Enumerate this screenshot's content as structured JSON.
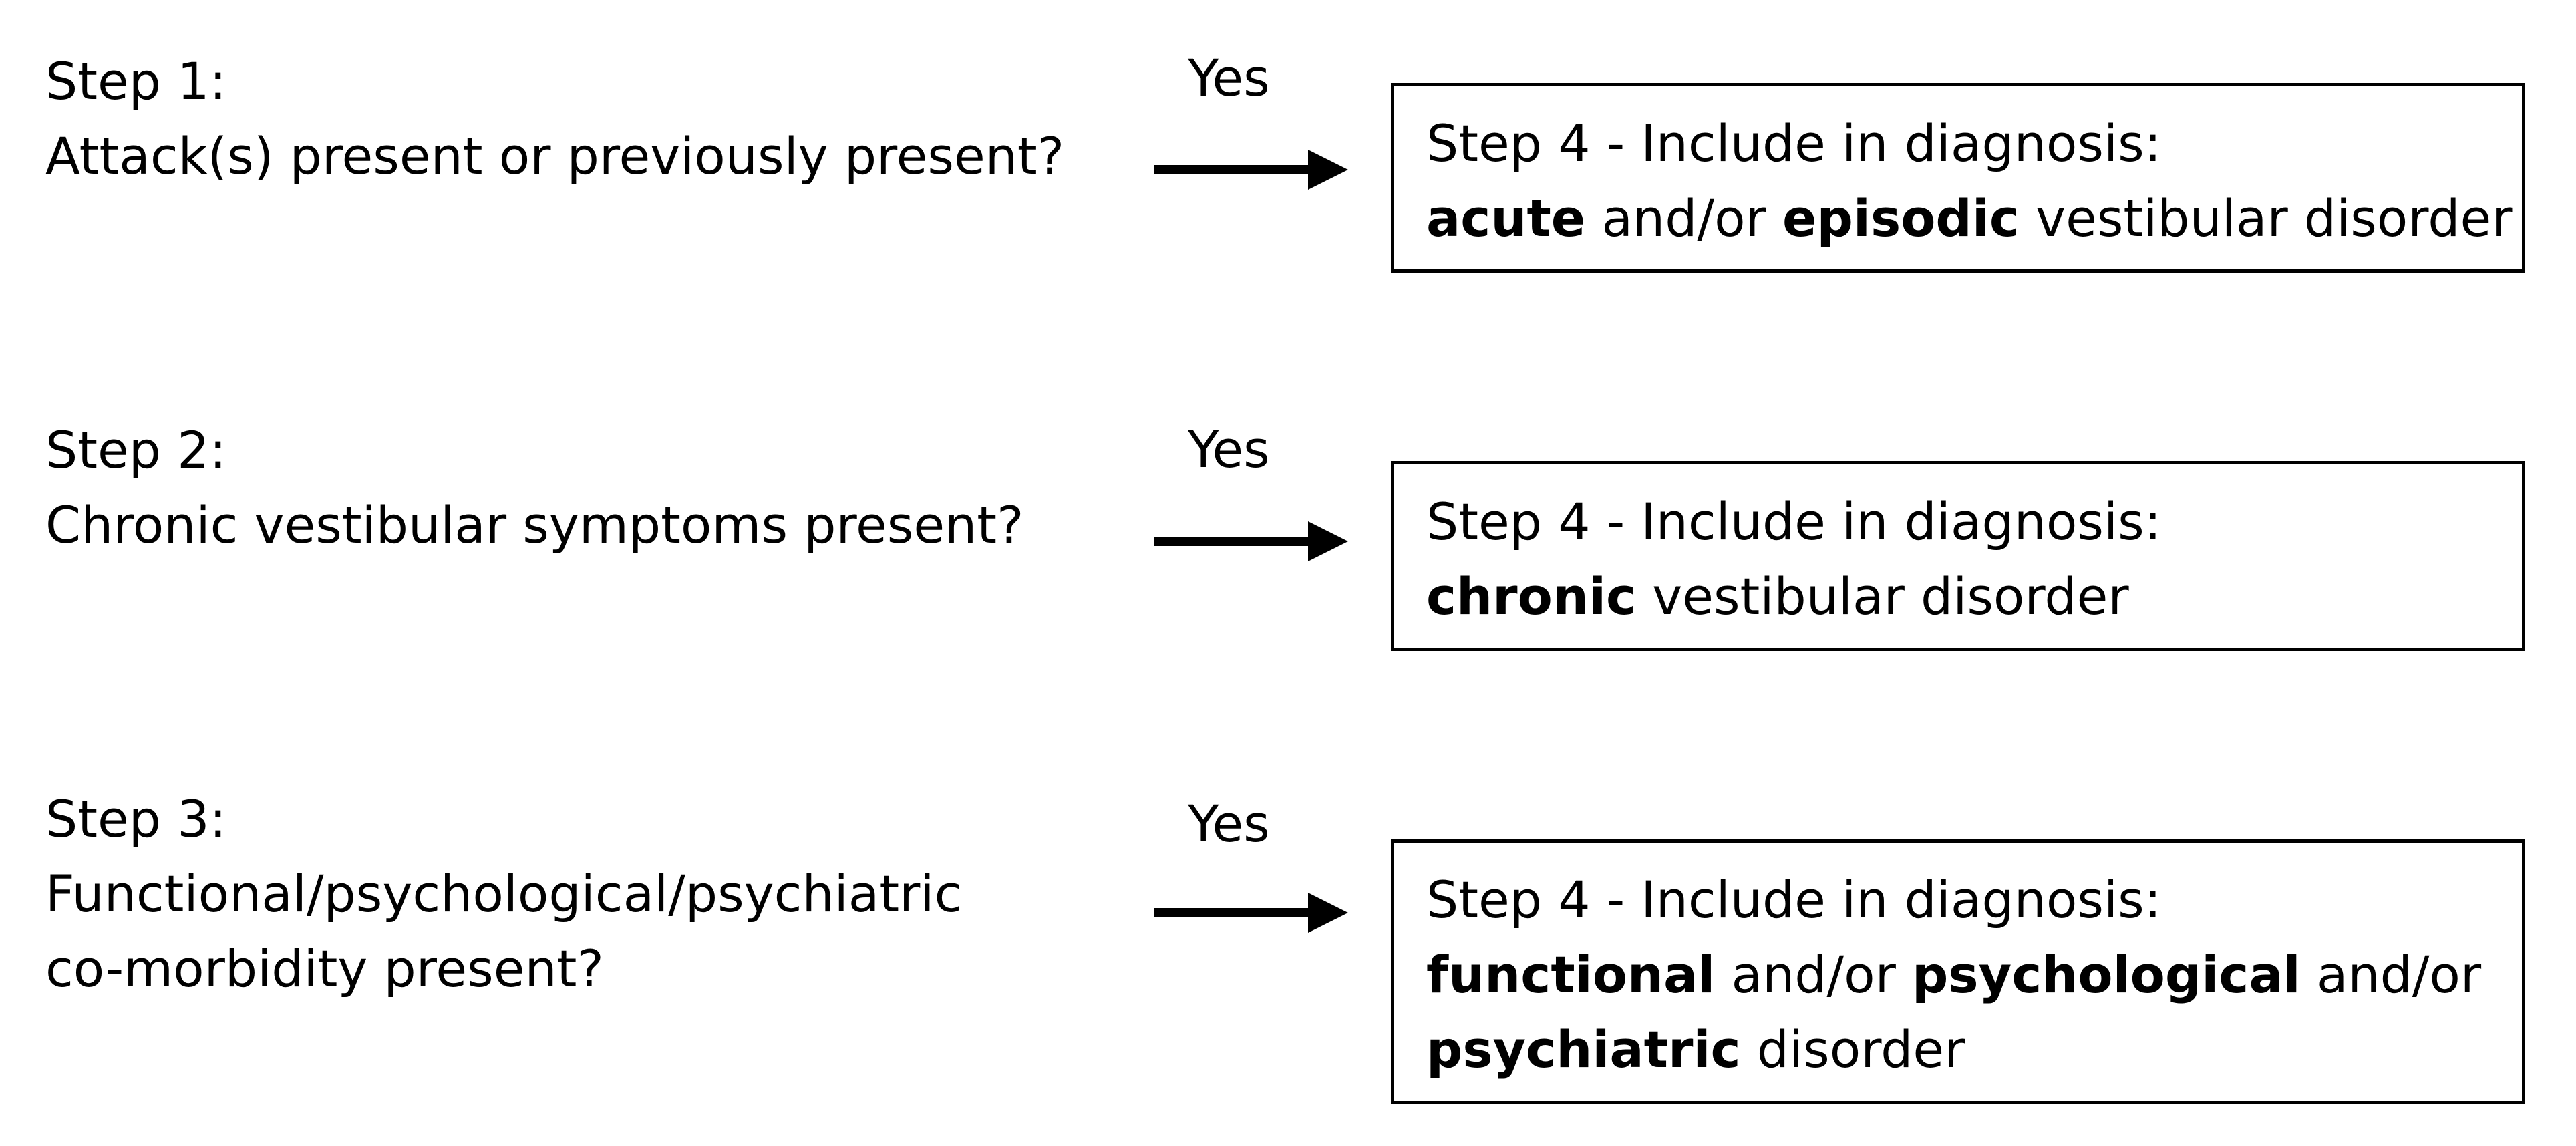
{
  "steps": [
    {
      "label": "Step 1:",
      "question_lines": [
        "Attack(s) present or previously present?"
      ],
      "answer": "Yes",
      "outcome": {
        "title": "Step 4 - Include in diagnosis:",
        "lines": [
          [
            {
              "text": "acute",
              "bold": true
            },
            {
              "text": " and/or ",
              "bold": false
            },
            {
              "text": "episodic",
              "bold": true
            },
            {
              "text": " vestibular disorder",
              "bold": false
            }
          ]
        ]
      }
    },
    {
      "label": "Step 2:",
      "question_lines": [
        "Chronic vestibular symptoms present?"
      ],
      "answer": "Yes",
      "outcome": {
        "title": "Step 4 - Include in diagnosis:",
        "lines": [
          [
            {
              "text": "chronic",
              "bold": true
            },
            {
              "text": " vestibular disorder",
              "bold": false
            }
          ]
        ]
      }
    },
    {
      "label": "Step 3:",
      "question_lines": [
        "Functional/psychological/psychiatric",
        "co-morbidity present?"
      ],
      "answer": "Yes",
      "outcome": {
        "title": "Step 4 - Include in diagnosis:",
        "lines": [
          [
            {
              "text": "functional",
              "bold": true
            },
            {
              "text": " and/or ",
              "bold": false
            },
            {
              "text": "psychological",
              "bold": true
            },
            {
              "text": " and/or",
              "bold": false
            }
          ],
          [
            {
              "text": "psychiatric",
              "bold": true
            },
            {
              "text": " disorder",
              "bold": false
            }
          ]
        ]
      }
    }
  ],
  "colors": {
    "text": "#000000",
    "border": "#000000",
    "background": "#ffffff"
  }
}
